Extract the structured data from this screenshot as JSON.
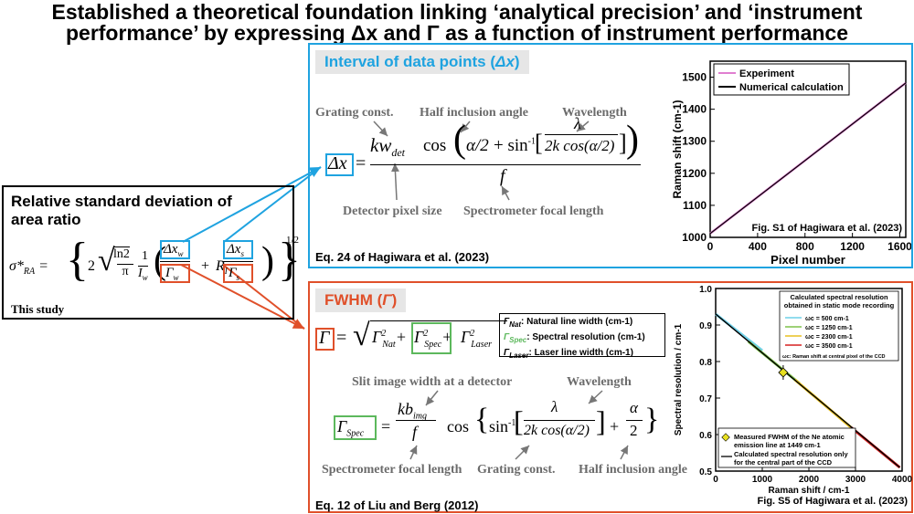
{
  "title_line1": "Established a theoretical foundation linking ‘analytical precision’ and ‘instrument",
  "title_line2": "performance’ by expressing Δx and Γ as a function of instrument performance",
  "left_panel": {
    "heading_line1": "Relative standard deviation of",
    "heading_line2": "area ratio",
    "equation": "σ*RA = {2 √(ln2/π) (1/Iw) (Δxw/Γw) + RI (Δxs/Γs)}^1/2",
    "caption": "This study"
  },
  "top_panel": {
    "heading_prefix": "Interval of data points (",
    "heading_symbol": "Δx",
    "heading_suffix": ")",
    "labels": {
      "grating": "Grating const.",
      "half_angle": "Half inclusion angle",
      "wavelength": "Wavelength",
      "pixel_size": "Detector pixel size",
      "focal": "Spectrometer focal length"
    },
    "equation": "Δx = k wdet cos(α/2 + sin-1[λ / (2k cos(α/2))]) / f",
    "caption": "Eq. 24 of Hagiwara et al. (2023)"
  },
  "bottom_panel": {
    "heading_prefix": "FWHM (",
    "heading_symbol": "Γ",
    "heading_suffix": ")",
    "legend": [
      {
        "sym": "Γ",
        "sub": "Nat",
        "text": ": Natural line width (cm-1)",
        "color": "#000000"
      },
      {
        "sym": "Γ",
        "sub": "Spec",
        "text": ": Spectral resolution (cm-1)",
        "color": "#5cb85c"
      },
      {
        "sym": "Γ",
        "sub": "Laser",
        "text": ": Laser line width (cm-1)",
        "color": "#000000"
      }
    ],
    "labels": {
      "slit": "Slit image width at a detector",
      "wavelength": "Wavelength",
      "focal": "Spectrometer focal length",
      "grating": "Grating const.",
      "half_angle": "Half inclusion angle"
    },
    "equation1": "Γ = √(Γ²Nat + Γ²Spec + Γ²Laser)",
    "equation2": "ΓSpec = (k bimg / f) cos{sin-1[λ / (2k cos(α/2))] + α/2}",
    "caption": "Eq. 12 of Liu and Berg (2012)"
  },
  "chart_data": [
    {
      "type": "line",
      "xlabel": "Pixel number",
      "ylabel": "Raman shift (cm-1)",
      "xlim": [
        0,
        1650
      ],
      "ylim": [
        1000,
        1550
      ],
      "xticks": [
        0,
        400,
        800,
        1200,
        1600
      ],
      "yticks": [
        1000,
        1100,
        1200,
        1300,
        1400,
        1500
      ],
      "legend_position": "top-left",
      "grid": false,
      "annotation": "Fig. S1 of Hagiwara et al. (2023)",
      "series": [
        {
          "name": "Experiment",
          "color": "#e07fd0",
          "x": [
            0,
            1650
          ],
          "y": [
            1012,
            1482
          ]
        },
        {
          "name": "Numerical calculation",
          "color": "#000000",
          "x": [
            0,
            1650
          ],
          "y": [
            1012,
            1482
          ]
        }
      ]
    },
    {
      "type": "line",
      "xlabel": "Raman shift / cm-1",
      "ylabel": "Spectral resolution / cm-1",
      "xlim": [
        0,
        4000
      ],
      "ylim": [
        0.5,
        1.0
      ],
      "xticks": [
        0,
        1000,
        2000,
        3000,
        4000
      ],
      "yticks": [
        0.5,
        0.6,
        0.7,
        0.8,
        0.9,
        1.0
      ],
      "ytick_labels": [
        "0.5",
        "0.6",
        "0.7",
        "0.8",
        "0.9",
        "1.0"
      ],
      "grid": false,
      "annotation": "Fig. S5 of Hagiwara et al. (2023)",
      "legend_title_line1": "Calculated spectral resolution",
      "legend_title_line2": "obtained in static mode recording",
      "legend_note": "ωc: Raman shift at central pixel of the CCD",
      "series": [
        {
          "name": "ωc = 500 cm-1",
          "color": "#6fd0e8",
          "x": [
            0,
            1000
          ],
          "y": [
            0.93,
            0.83
          ]
        },
        {
          "name": "ωc = 1250 cm-1",
          "color": "#7ec24a",
          "x": [
            700,
            1800
          ],
          "y": [
            0.855,
            0.74
          ]
        },
        {
          "name": "ωc = 2300 cm-1",
          "color": "#e8c020",
          "x": [
            1700,
            2900
          ],
          "y": [
            0.75,
            0.62
          ]
        },
        {
          "name": "ωc = 3500 cm-1",
          "color": "#d62020",
          "x": [
            2900,
            3950
          ],
          "y": [
            0.62,
            0.51
          ]
        },
        {
          "name": "Calculated spectral resolution only for the central part of the CCD",
          "color": "#000000",
          "x": [
            0,
            3950
          ],
          "y": [
            0.93,
            0.51
          ]
        }
      ],
      "point": {
        "name": "Measured FWHM of the Ne atomic emission line at 1449 cm-1",
        "x": 1449,
        "y": 0.77,
        "err": 0.02,
        "color": "#e8e020"
      },
      "legend2": [
        "Measured FWHM of the Ne atomic",
        "emission line at 1449 cm-1",
        "Calculated spectral resolution only",
        "for the central part of the CCD"
      ]
    }
  ]
}
